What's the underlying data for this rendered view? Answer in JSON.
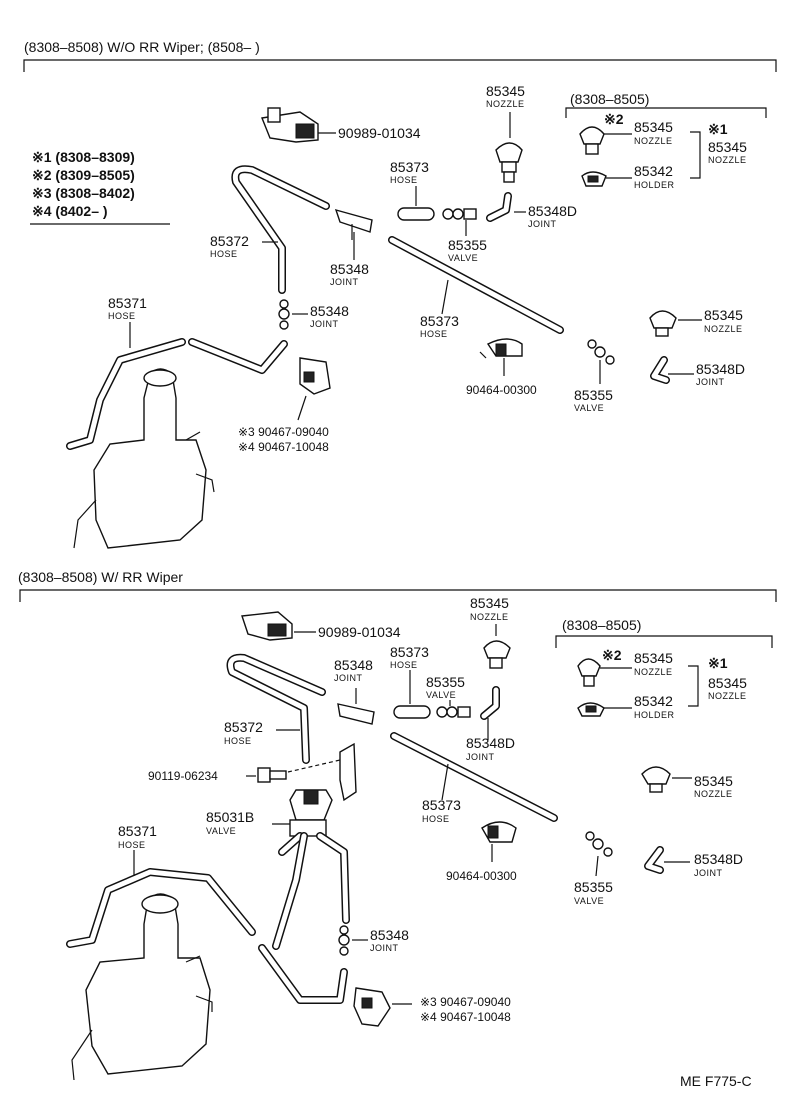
{
  "sections": [
    {
      "title": "(8308–8508) W/O  RR  Wiper; (8508–           )"
    },
    {
      "title": "(8308–8508) W/  RR Wiper"
    }
  ],
  "notes": [
    "※1 (8308–8309)",
    "※2 (8309–8505)",
    "※3 (8308–8402)",
    "※4 (8402–          )"
  ],
  "labels": {
    "s1": {
      "p90989": "90989-01034",
      "p85345a_num": "85345",
      "p85345a_lbl": "NOZZLE",
      "range": "(8308–8505)",
      "mark2": "※2",
      "p85345b_num": "85345",
      "p85345b_lbl": "NOZZLE",
      "mark1": "※1",
      "p85345c_num": "85345",
      "p85345c_lbl": "NOZZLE",
      "p85342_num": "85342",
      "p85342_lbl": "HOLDER",
      "p85373a_num": "85373",
      "p85373a_lbl": "HOSE",
      "p85348d_num": "85348D",
      "p85348d_lbl": "JOINT",
      "p85355_num": "85355",
      "p85355_lbl": "VALVE",
      "p85372_num": "85372",
      "p85372_lbl": "HOSE",
      "p85348a_num": "85348",
      "p85348a_lbl": "JOINT",
      "p85348b_num": "85348",
      "p85348b_lbl": "JOINT",
      "p85371_num": "85371",
      "p85371_lbl": "HOSE",
      "p85373b_num": "85373",
      "p85373b_lbl": "HOSE",
      "p85345d_num": "85345",
      "p85345d_lbl": "NOZZLE",
      "p85348d2_num": "85348D",
      "p85348d2_lbl": "JOINT",
      "p90464": "90464-00300",
      "p85355b_num": "85355",
      "p85355b_lbl": "VALVE",
      "p90467a": "※3 90467-09040",
      "p90467b": "※4 90467-10048"
    },
    "s2": {
      "p90989": "90989-01034",
      "p85345a_num": "85345",
      "p85345a_lbl": "NOZZLE",
      "range": "(8308–8505)",
      "mark2": "※2",
      "p85345b_num": "85345",
      "p85345b_lbl": "NOZZLE",
      "mark1": "※1",
      "p85345c_num": "85345",
      "p85345c_lbl": "NOZZLE",
      "p85342_num": "85342",
      "p85342_lbl": "HOLDER",
      "p85348a_num": "85348",
      "p85348a_lbl": "JOINT",
      "p85373a_num": "85373",
      "p85373a_lbl": "HOSE",
      "p85355_num": "85355",
      "p85355_lbl": "VALVE",
      "p85372_num": "85372",
      "p85372_lbl": "HOSE",
      "p85348d_num": "85348D",
      "p85348d_lbl": "JOINT",
      "p90119": "90119-06234",
      "p85031b_num": "85031B",
      "p85031b_lbl": "VALVE",
      "p85373b_num": "85373",
      "p85373b_lbl": "HOSE",
      "p85345d_num": "85345",
      "p85345d_lbl": "NOZZLE",
      "p85371_num": "85371",
      "p85371_lbl": "HOSE",
      "p90464": "90464-00300",
      "p85348d2_num": "85348D",
      "p85348d2_lbl": "JOINT",
      "p85355b_num": "85355",
      "p85355b_lbl": "VALVE",
      "p85348b_num": "85348",
      "p85348b_lbl": "JOINT",
      "p90467a": "※3 90467-09040",
      "p90467b": "※4 90467-10048"
    }
  },
  "footer": "ME  F775-C"
}
